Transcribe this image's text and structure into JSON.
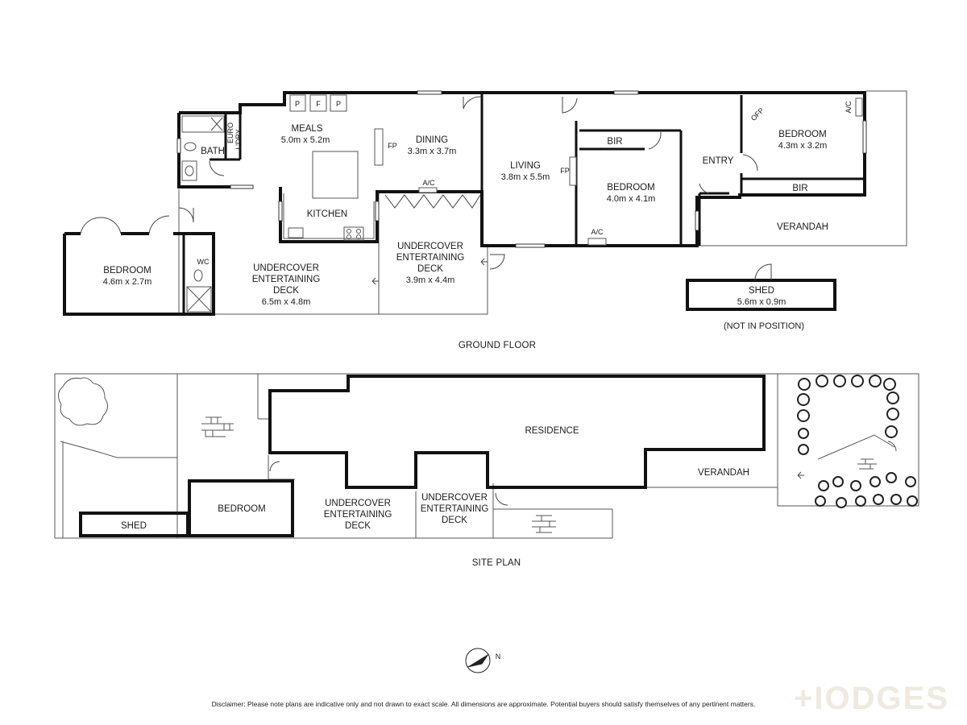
{
  "ground_floor": {
    "caption": "GROUND FLOOR",
    "rooms": {
      "meals": {
        "name": "MEALS",
        "dim": "5.0m x 5.2m"
      },
      "dining": {
        "name": "DINING",
        "dim": "3.3m x 3.7m"
      },
      "living": {
        "name": "LIVING",
        "dim": "3.8m x 5.5m"
      },
      "bedroom_mid": {
        "name": "BEDROOM",
        "dim": "4.0m x 4.1m"
      },
      "bedroom_front": {
        "name": "BEDROOM",
        "dim": "4.3m x 3.2m"
      },
      "bedroom_rear": {
        "name": "BEDROOM",
        "dim": "4.6m x 2.7m"
      },
      "deck_large": {
        "line1": "UNDERCOVER",
        "line2": "ENTERTAINING",
        "line3": "DECK",
        "dim": "6.5m x 4.8m"
      },
      "deck_small": {
        "line1": "UNDERCOVER",
        "line2": "ENTERTAINING",
        "line3": "DECK",
        "dim": "3.9m x 4.4m"
      },
      "shed": {
        "name": "SHED",
        "dim": "5.6m x 0.9m",
        "note": "(NOT IN POSITION)"
      }
    },
    "labels": {
      "kitchen": "KITCHEN",
      "bath": "BATH",
      "euro": "EURO",
      "ldry": "L'DRY",
      "wc": "WC",
      "entry": "ENTRY",
      "verandah": "VERANDAH",
      "bir_mid": "BIR",
      "bir_front": "BIR",
      "ac_dining": "A/C",
      "ac_bedroom": "A/C",
      "ac_front": "A/C",
      "ofp": "OFP",
      "fp_dining": "FP",
      "fp_living": "FP",
      "pantry1": "P",
      "fridge": "F",
      "pantry2": "P"
    }
  },
  "site_plan": {
    "caption": "SITE PLAN",
    "labels": {
      "residence": "RESIDENCE",
      "verandah": "VERANDAH",
      "bedroom": "BEDROOM",
      "shed": "SHED",
      "deck_large": {
        "line1": "UNDERCOVER",
        "line2": "ENTERTAINING",
        "line3": "DECK"
      },
      "deck_small": {
        "line1": "UNDERCOVER",
        "line2": "ENTERTAINING",
        "line3": "DECK"
      }
    }
  },
  "compass": {
    "north": "N"
  },
  "disclaimer": "Disclaimer: Please note plans are indicative only and not drawn to exact scale. All dimensions are approximate. Potential buyers should satisfy themselves of any pertinent matters.",
  "brand": "+IODGES",
  "colors": {
    "wall": "#111111",
    "brand": "#efe9e0"
  }
}
